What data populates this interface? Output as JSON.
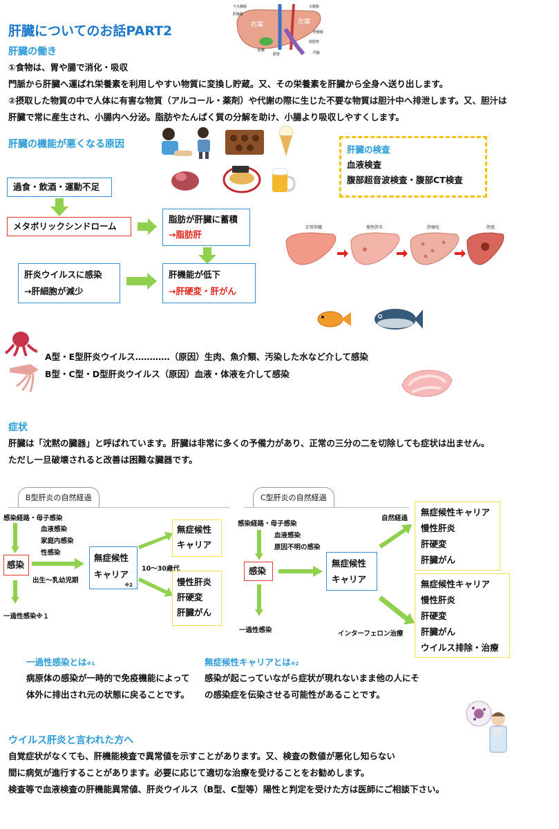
{
  "title": "肝臓についてのお話PART2",
  "work": {
    "heading": "肝臓の働き",
    "lines": [
      "①食物は、胃や腸で消化・吸収",
      "門脈から肝臓へ運ばれ栄養素を利用しやすい物質に変換し貯蔵。又、その栄養素を肝臓から全身へ送り出します。",
      "②摂取した物質の中で人体に有害な物質（アルコール・薬剤）や代謝の際に生じた不要な物質は胆汁中へ排泄します。又、胆汁は",
      "肝臓で常に産生され、小腸内へ分泌。脂肪やたんぱく質の分解を助け、小腸より吸収しやすくします。"
    ],
    "anatomy_labels": [
      "下大静脈",
      "大動脈",
      "肝静脈",
      "右葉",
      "左葉",
      "胆嚢",
      "胆管",
      "門脈",
      "肝動脈",
      "総胆管"
    ]
  },
  "cause": {
    "heading": "肝臓の機能が悪くなる原因",
    "box_overeat": "過食・飲酒・運動不足",
    "box_metabolic": "メタボリックシンドローム",
    "box_fat_line1": "脂肪が肝臓に蓄積",
    "box_fat_line2": "→脂肪肝",
    "box_virus_line1": "肝炎ウイルスに感染",
    "box_virus_line2": "→肝細胞が減少",
    "box_decline_line1": "肝機能が低下",
    "box_decline_line2": "→肝硬変・肝がん",
    "stage_labels": [
      "正常肝臓",
      "慢性肝炎",
      "肝硬化",
      "肝癌"
    ]
  },
  "exam": {
    "heading": "肝臓の検査",
    "line1": "血液検査",
    "line2": "腹部超音波検査・腹部CT検査"
  },
  "virus": {
    "line1": "A型・E型肝炎ウイルス…………（原因）生肉、魚介類、汚染した水など介して感染",
    "line2": "B型・C型・D型肝炎ウイルス（原因）血液・体液を介して感染"
  },
  "symptom": {
    "heading": "症状",
    "line1": "肝臓は「沈黙の臓器」と呼ばれています。肝臓は非常に多くの予備力があり、正常の三分の二を切除しても症状は出ません。",
    "line2": "ただし一旦破壊されると改善は困難な臓器です。"
  },
  "hepB": {
    "tab": "B型肝炎の自然経過",
    "route": "感染経路・母子感染",
    "routes": [
      "血液感染",
      "家庭内感染",
      "性感染"
    ],
    "infection": "感染",
    "carrier_line1": "無症候性",
    "carrier_line2": "キャリア",
    "carrier_note": "※2",
    "age_label": "出生～乳幼児期",
    "age_30": "10〜30歳代",
    "transient": "一過性感染※１",
    "outcome1_line1": "無症候性",
    "outcome1_line2": "キャリア",
    "outcome2": [
      "慢性肝炎",
      "肝硬変",
      "肝臓がん"
    ]
  },
  "hepC": {
    "tab": "C型肝炎の自然経過",
    "route": "感染経路・母子感染",
    "routes": [
      "血液感染",
      "原因不明の感染"
    ],
    "infection": "感染",
    "carrier_line1": "無症候性",
    "carrier_line2": "キャリア",
    "transient": "一過性感染",
    "natural": "自然経過",
    "interferon": "インターフェロン治療",
    "outcome1": [
      "無症候性キャリア",
      "慢性肝炎",
      "肝硬変",
      "肝臓がん"
    ],
    "outcome2": [
      "無症候性キャリア",
      "慢性肝炎",
      "肝硬変",
      "肝臓がん",
      "ウイルス排除・治療"
    ]
  },
  "notes": {
    "transient_heading": "一過性感染とは",
    "transient_mark": "※1",
    "transient_line1": "病原体の感染が一時的で免疫機能によって",
    "transient_line2": "体外に排出され元の状態に戻ることです。",
    "carrier_heading": "無症候性キャリアとは",
    "carrier_mark": "※2",
    "carrier_line1": "感染が起こっていながら症状が現れないまま他の人にそ",
    "carrier_line2": "の感染症を伝染させる可能性があることです。"
  },
  "advice": {
    "heading": "ウイルス肝炎と言われた方へ",
    "line1": "自覚症状がなくても、肝機能検査で異常値を示すことがあります。又、検査の数値が悪化し知らない",
    "line2": "間に病気が進行することがあります。必要に応じて適切な治療を受けることをお勧めします。",
    "line3": "検査等で血液検査の肝機能異常値、肝炎ウイルス（B型、C型等）陽性と判定を受けた方は医師にご相談下さい。"
  },
  "colors": {
    "title": "#1a77c9",
    "heading": "#2a9bd6",
    "arrow": "#8fd14f",
    "alert_red": "#e0231b",
    "exam_border": "#f2c200"
  }
}
